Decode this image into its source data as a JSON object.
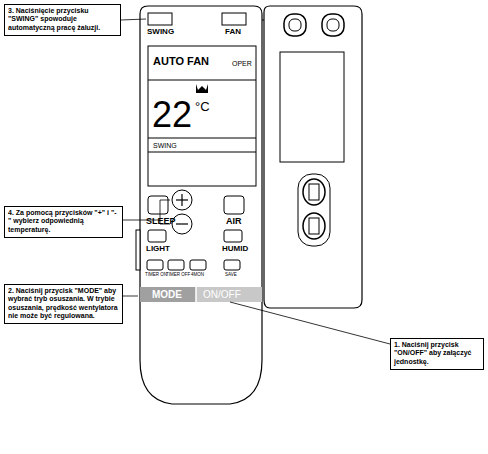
{
  "diagram": {
    "nodes": [
      {
        "text": [
          "3. Naciśnięcie przycisku \"SWING\" spowoduje automatyczną pracę żaluzji."
        ]
      },
      {
        "text": [
          "4. Za pomocą przycisków \"+\" i \"-\" wybierz odpowiednią temperaturę."
        ]
      },
      {
        "text": [
          "2. Naciśnij przycisk \"MODE\" aby wybrać tryb osuszania. W trybie osuszania, prędkość wentylatora nie może być regulowana."
        ]
      },
      {
        "text": [
          "1. Naciśnij przycisk \"ON/OFF\" aby załączyć jednostkę."
        ]
      }
    ],
    "labels": [
      "SWING",
      "FAN",
      "AUTO FAN",
      "OPER",
      "22",
      "°C",
      "SWING",
      "SLEEP",
      "AIR",
      "LIGHT",
      "HUMID",
      "TIMER ON",
      "TIMER OFF",
      "4MON",
      "SAVE",
      "MODE",
      "ON/OFF"
    ]
  }
}
